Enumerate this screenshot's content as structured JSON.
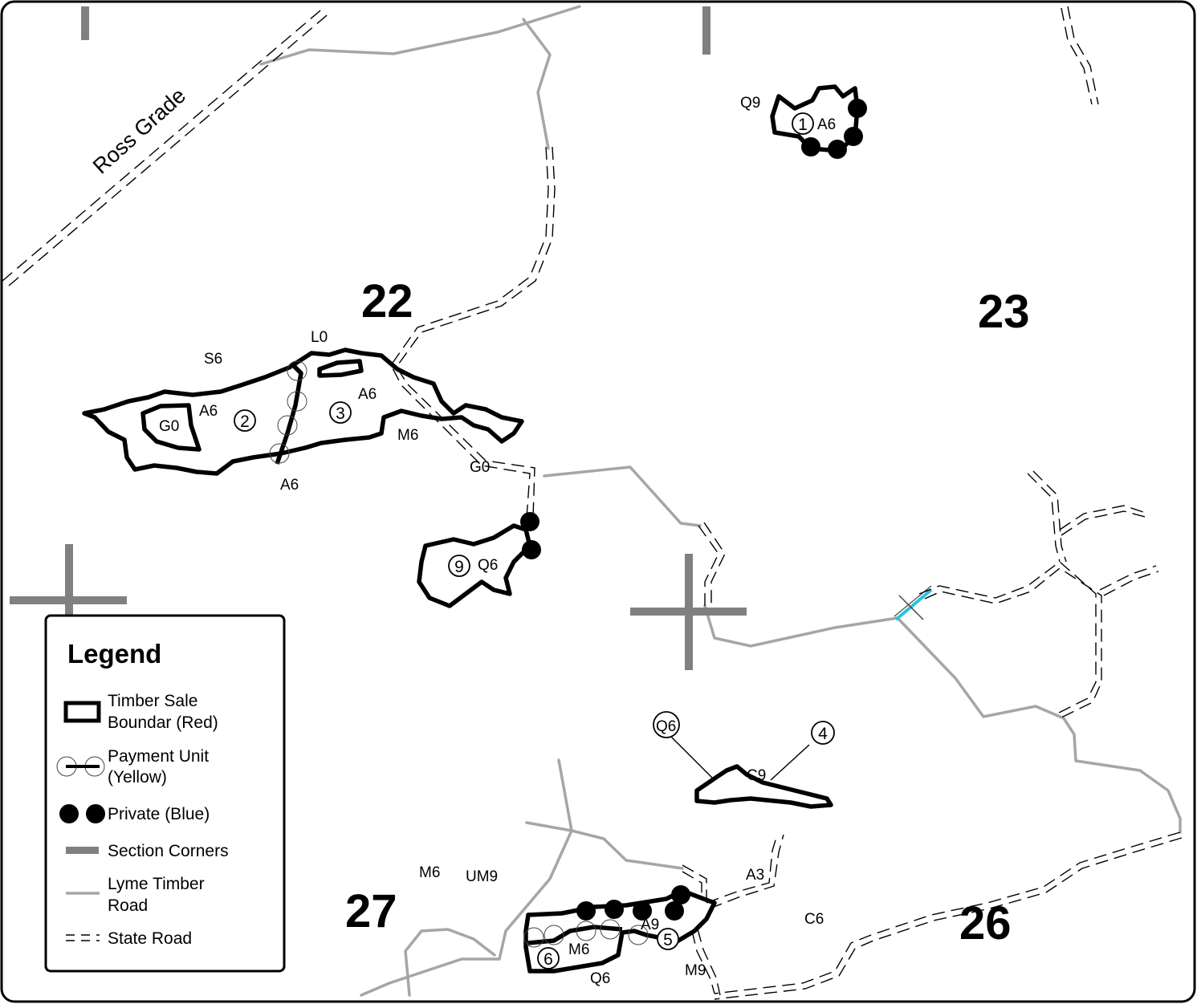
{
  "road_label": "Ross Grade",
  "sections": [
    "22",
    "23",
    "26",
    "27"
  ],
  "stand_labels": {
    "q9_top": "Q9",
    "a6_unit1": "A6",
    "l0": "L0",
    "s6": "S6",
    "a6_north": "A6",
    "a6_west": "A6",
    "g0_west": "G0",
    "m6_mid": "M6",
    "a6_south": "A6",
    "g0_road": "G0",
    "q6_unit9": "Q6",
    "q6_callout": "Q6",
    "c9": "C9",
    "a3": "A3",
    "c6": "C6",
    "m6_south": "M6",
    "um9": "UM9",
    "a9": "A9",
    "m6_unit6": "M6",
    "q6_bottom": "Q6",
    "m9": "M9"
  },
  "unit_numbers": {
    "u1": "1",
    "u2": "2",
    "u3": "3",
    "u4": "4",
    "u5": "5",
    "u6": "6",
    "u9": "9"
  },
  "legend": {
    "title": "Legend",
    "items": [
      {
        "label1": "Timber Sale",
        "label2": "Boundar (Red)"
      },
      {
        "label1": "Payment Unit",
        "label2": "(Yellow)"
      },
      {
        "label1": "Private (Blue)",
        "label2": ""
      },
      {
        "label1": "Section Corners",
        "label2": ""
      },
      {
        "label1": "Lyme Timber",
        "label2": "Road"
      },
      {
        "label1": "State Road",
        "label2": ""
      }
    ]
  },
  "colors": {
    "boundary": "#000000",
    "lyme_road": "#a6a6a6",
    "section_corner": "#808080",
    "state_road": "#000000",
    "crossing": "#29c4dd"
  }
}
